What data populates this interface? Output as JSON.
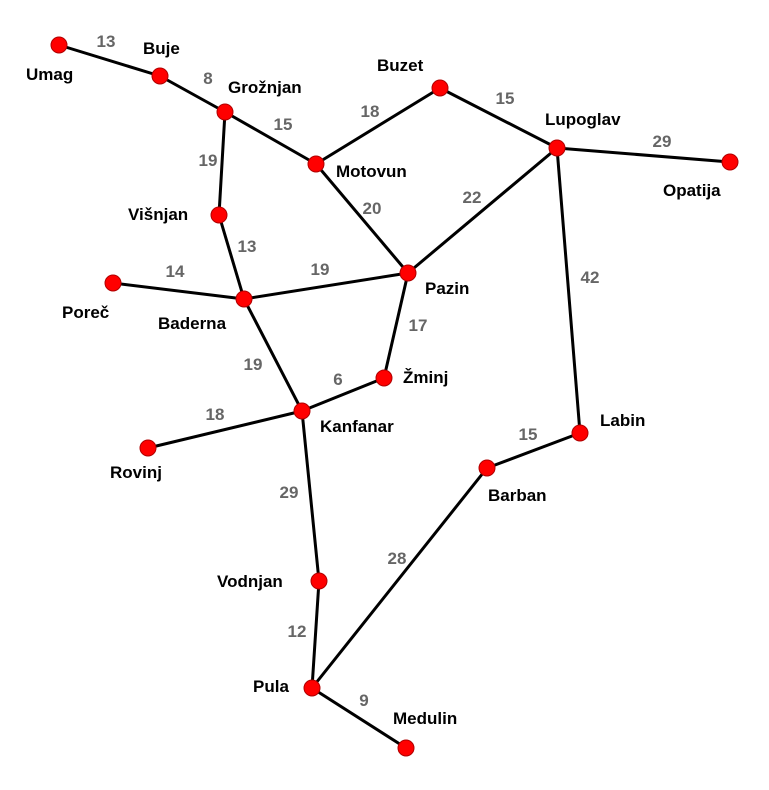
{
  "colors": {
    "node": "#ff0000",
    "edge": "#000000",
    "city_label": "#000000",
    "weight_label": "#666666"
  },
  "cities": [
    {
      "id": "umag",
      "name": "Umag"
    },
    {
      "id": "buje",
      "name": "Buje"
    },
    {
      "id": "groznjan",
      "name": "Grožnjan"
    },
    {
      "id": "buzet",
      "name": "Buzet"
    },
    {
      "id": "lupoglav",
      "name": "Lupoglav"
    },
    {
      "id": "opatija",
      "name": "Opatija"
    },
    {
      "id": "motovun",
      "name": "Motovun"
    },
    {
      "id": "visnjan",
      "name": "Višnjan"
    },
    {
      "id": "pazin",
      "name": "Pazin"
    },
    {
      "id": "porec",
      "name": "Poreč"
    },
    {
      "id": "baderna",
      "name": "Baderna"
    },
    {
      "id": "zminj",
      "name": "Žminj"
    },
    {
      "id": "kanfanar",
      "name": "Kanfanar"
    },
    {
      "id": "rovinj",
      "name": "Rovinj"
    },
    {
      "id": "labin",
      "name": "Labin"
    },
    {
      "id": "barban",
      "name": "Barban"
    },
    {
      "id": "vodnjan",
      "name": "Vodnjan"
    },
    {
      "id": "pula",
      "name": "Pula"
    },
    {
      "id": "medulin",
      "name": "Medulin"
    }
  ],
  "roads": [
    {
      "from": "umag",
      "to": "buje",
      "distance": "13"
    },
    {
      "from": "buje",
      "to": "groznjan",
      "distance": "8"
    },
    {
      "from": "groznjan",
      "to": "motovun",
      "distance": "15"
    },
    {
      "from": "groznjan",
      "to": "visnjan",
      "distance": "19"
    },
    {
      "from": "motovun",
      "to": "buzet",
      "distance": "18"
    },
    {
      "from": "buzet",
      "to": "lupoglav",
      "distance": "15"
    },
    {
      "from": "lupoglav",
      "to": "opatija",
      "distance": "29"
    },
    {
      "from": "motovun",
      "to": "pazin",
      "distance": "20"
    },
    {
      "from": "lupoglav",
      "to": "pazin",
      "distance": "22"
    },
    {
      "from": "visnjan",
      "to": "baderna",
      "distance": "13"
    },
    {
      "from": "porec",
      "to": "baderna",
      "distance": "14"
    },
    {
      "from": "baderna",
      "to": "pazin",
      "distance": "19"
    },
    {
      "from": "pazin",
      "to": "zminj",
      "distance": "17"
    },
    {
      "from": "lupoglav",
      "to": "labin",
      "distance": "42"
    },
    {
      "from": "baderna",
      "to": "kanfanar",
      "distance": "19"
    },
    {
      "from": "zminj",
      "to": "kanfanar",
      "distance": "6"
    },
    {
      "from": "rovinj",
      "to": "kanfanar",
      "distance": "18"
    },
    {
      "from": "labin",
      "to": "barban",
      "distance": "15"
    },
    {
      "from": "kanfanar",
      "to": "vodnjan",
      "distance": "29"
    },
    {
      "from": "barban",
      "to": "pula",
      "distance": "28"
    },
    {
      "from": "vodnjan",
      "to": "pula",
      "distance": "12"
    },
    {
      "from": "pula",
      "to": "medulin",
      "distance": "9"
    }
  ]
}
